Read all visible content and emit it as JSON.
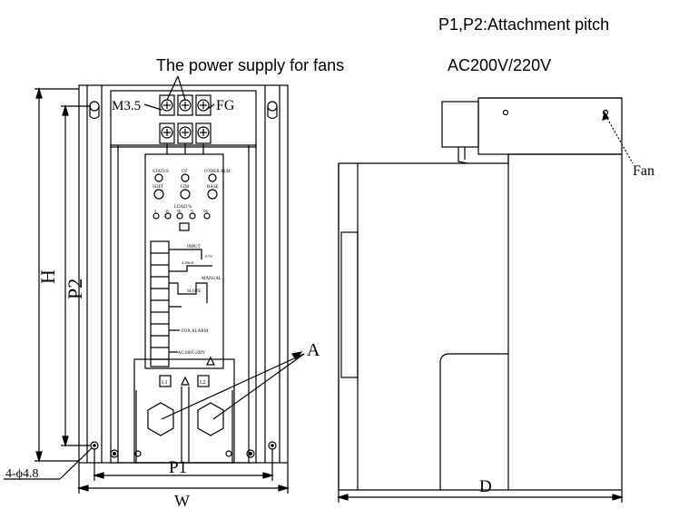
{
  "header": {
    "pitch_note": "P1,P2:Attachment pitch",
    "fan_supply": "The power supply for fans",
    "fan_voltage": "AC200V/220V"
  },
  "front_view": {
    "terminal_screw": "M3.5",
    "fg_label": "FG",
    "height_label": "H",
    "pitch_vertical_label": "P2",
    "pitch_horizontal_label": "P1",
    "width_label": "W",
    "hole_label": "4-ϕ4.8",
    "cable_inlet_label": "A",
    "panel": {
      "indicators_row1": [
        "STATUS",
        "OT",
        "OTHER ALM"
      ],
      "buttons_row": [
        "SOFT",
        "LIM",
        "BASE"
      ],
      "load_label": "LOAD %",
      "load_scale": [
        "0",
        "25",
        "50",
        "75",
        "100"
      ],
      "terminal_labels": [
        "INPUT",
        "0-5V",
        "4-20mA",
        "MANUAL",
        "SLOPE",
        "FOX ALARM",
        "AC100V-220V"
      ],
      "main_terminals": [
        "L1",
        "L2"
      ]
    }
  },
  "side_view": {
    "fan_label": "Fan",
    "depth_label": "D"
  }
}
